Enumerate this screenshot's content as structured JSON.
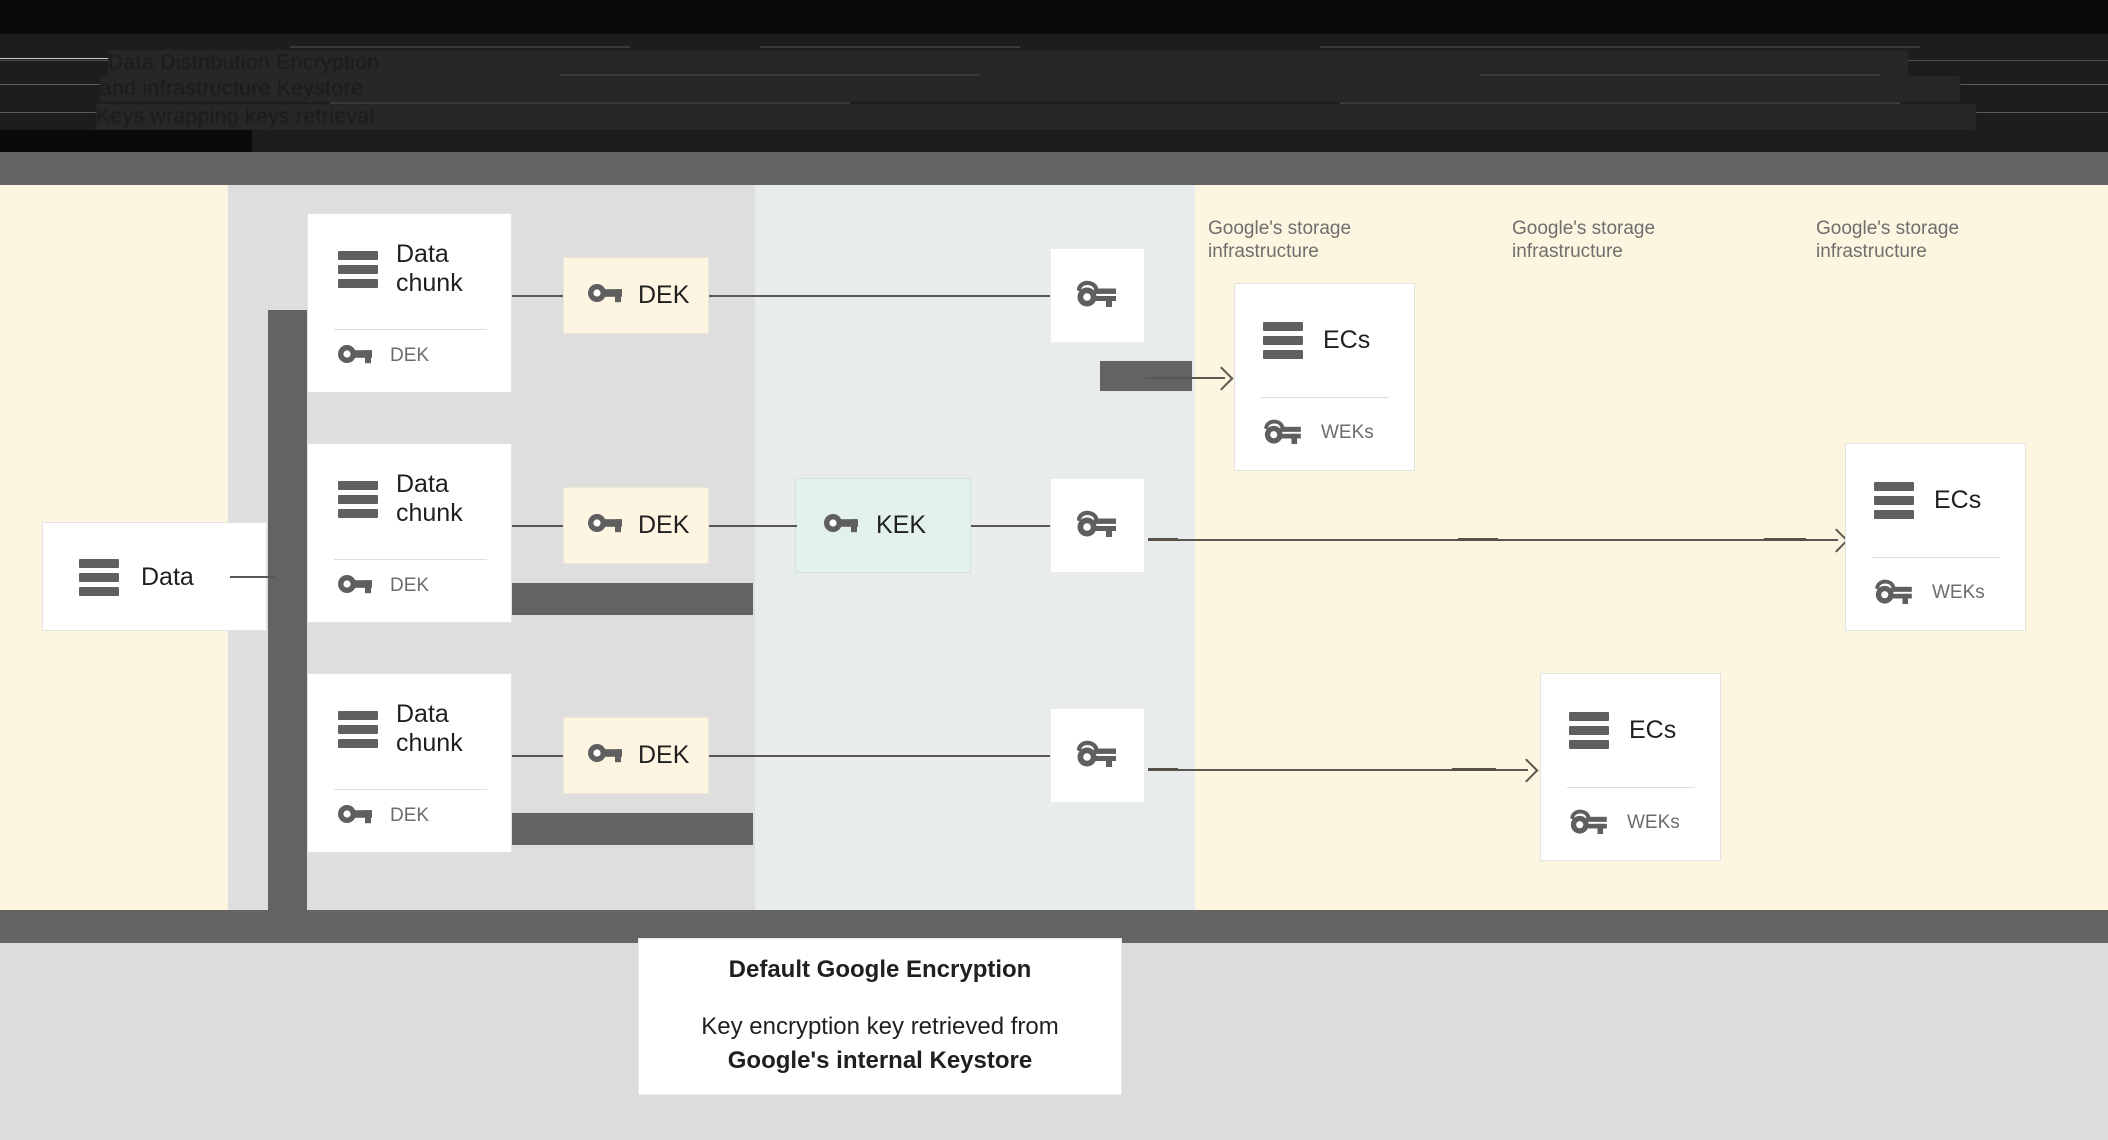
{
  "header": {
    "obscured": true,
    "note": "Top banner text is redacted/illegible dark-on-dark",
    "lines": [
      "Data   Distribution   Encryption",
      "and    infrastructure  Keystore",
      "Keys   wrapping keys   retrieval"
    ]
  },
  "diagram": {
    "source": {
      "title": "Data",
      "icon": "server-icon"
    },
    "chunks": [
      {
        "title": "Data\nchunk",
        "icon": "server-icon",
        "key_label": "DEK",
        "key_icon": "key-icon"
      },
      {
        "title": "Data\nchunk",
        "icon": "server-icon",
        "key_label": "DEK",
        "key_icon": "key-icon"
      },
      {
        "title": "Data\nchunk",
        "icon": "server-icon",
        "key_label": "DEK",
        "key_icon": "key-icon"
      }
    ],
    "deks": [
      {
        "label": "DEK",
        "icon": "key-icon"
      },
      {
        "label": "DEK",
        "icon": "key-icon"
      },
      {
        "label": "DEK",
        "icon": "key-icon"
      }
    ],
    "kek": {
      "label": "KEK",
      "icon": "key-icon"
    },
    "wrapped_keys": [
      {
        "icon": "wrapped-key-icon"
      },
      {
        "icon": "wrapped-key-icon"
      },
      {
        "icon": "wrapped-key-icon"
      }
    ],
    "infra_labels": [
      "Google's storage\ninfrastructure",
      "Google's storage\ninfrastructure",
      "Google's storage\ninfrastructure"
    ],
    "ec_cards": [
      {
        "title": "ECs",
        "icon": "server-icon",
        "key_label": "WEKs",
        "key_icon": "wrapped-key-icon"
      },
      {
        "title": "ECs",
        "icon": "server-icon",
        "key_label": "WEKs",
        "key_icon": "wrapped-key-icon"
      },
      {
        "title": "ECs",
        "icon": "server-icon",
        "key_label": "WEKs",
        "key_icon": "wrapped-key-icon"
      }
    ]
  },
  "caption": {
    "title": "Default Google Encryption",
    "body_lead": "Key encryption key retrieved from",
    "body_strong": "Google's internal Keystore"
  },
  "colors": {
    "cream": "#fcf5e0",
    "gray_band": "#dedede",
    "bluegray_band": "#e8ecec",
    "trunk": "#636363",
    "kek_green": "#e2f1e9",
    "dek_cream": "#fdf5e2",
    "icon_gray": "#5f5f5f",
    "text_dark": "#1f1f1f",
    "text_muted": "#6f6f6f",
    "strip_gray": "#646464",
    "bottom_gray": "#dcdcdc"
  }
}
